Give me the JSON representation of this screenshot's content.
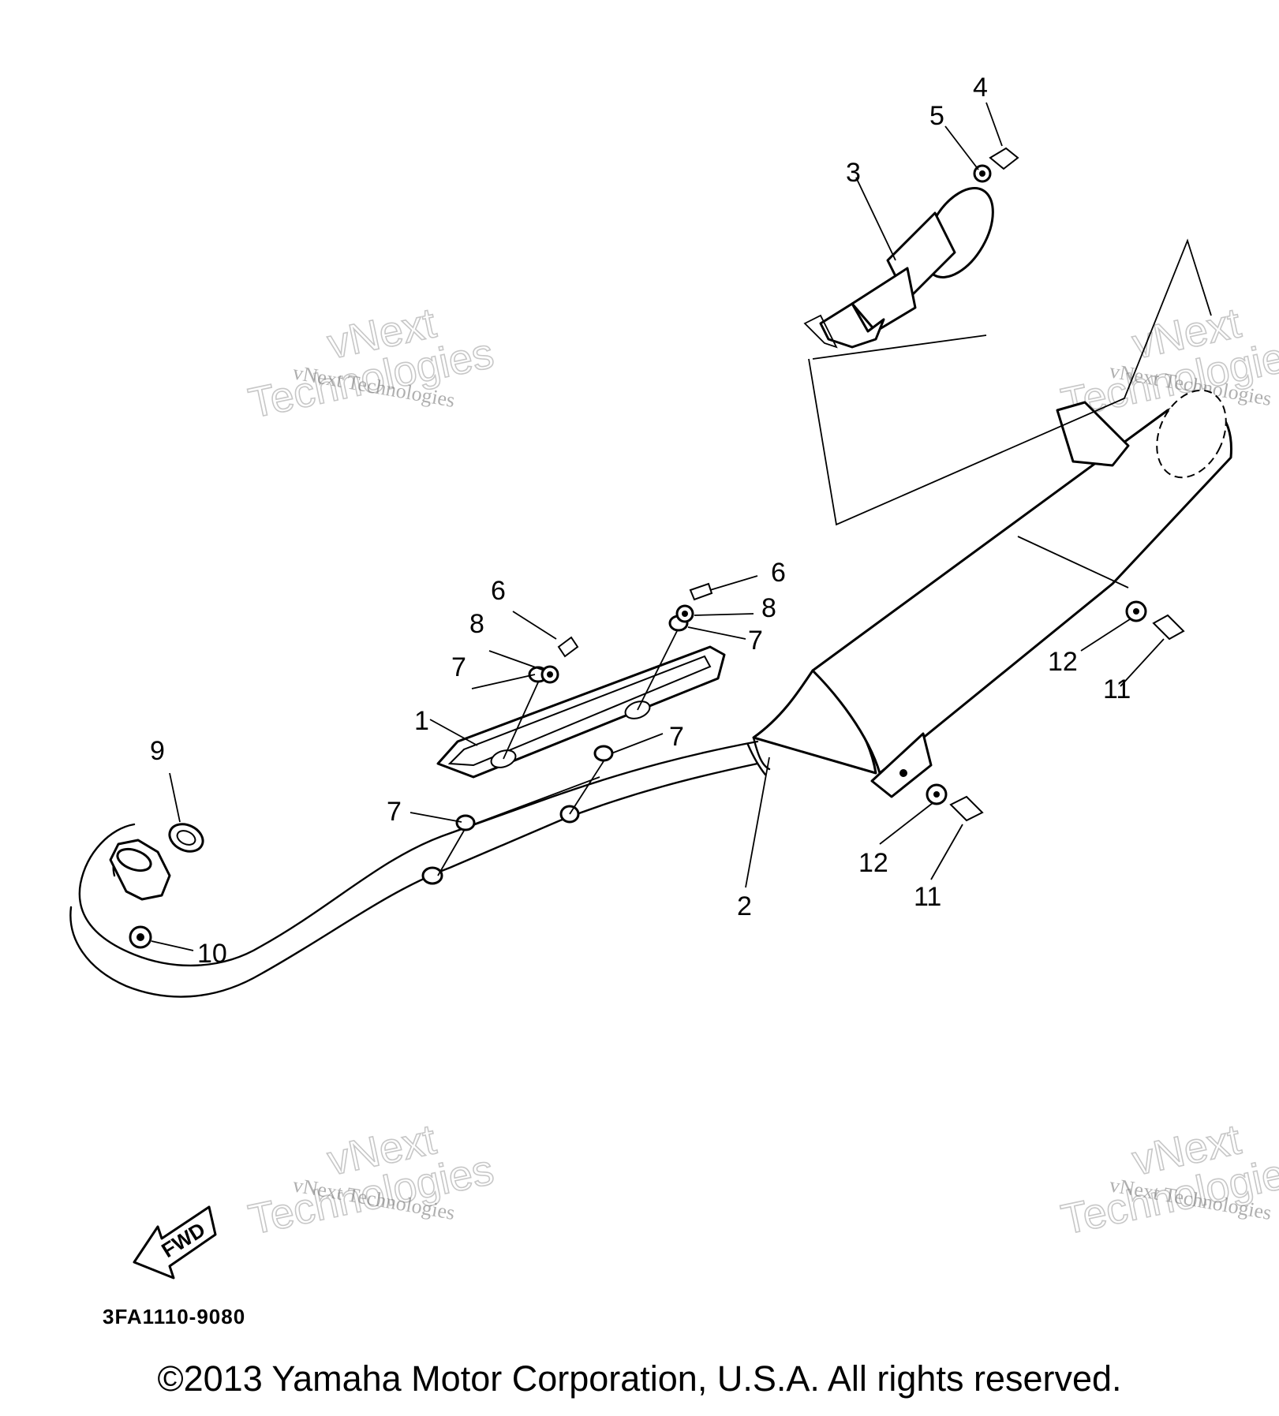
{
  "diagram": {
    "callouts": {
      "c1": "1",
      "c2": "2",
      "c3": "3",
      "c4": "4",
      "c5": "5",
      "c6a": "6",
      "c6b": "6",
      "c7a": "7",
      "c7b": "7",
      "c7c": "7",
      "c7d": "7",
      "c8a": "8",
      "c8b": "8",
      "c9": "9",
      "c10": "10",
      "c11a": "11",
      "c11b": "11",
      "c12a": "12",
      "c12b": "12"
    },
    "fwd_label": "FWD",
    "part_code": "3FA1110-9080"
  },
  "watermark": {
    "small": "vNext Technologies",
    "big_line1": "vNext",
    "big_line2": "Technologies"
  },
  "footer": {
    "copyright": "©2013 Yamaha Motor Corporation, U.S.A. All rights reserved."
  }
}
